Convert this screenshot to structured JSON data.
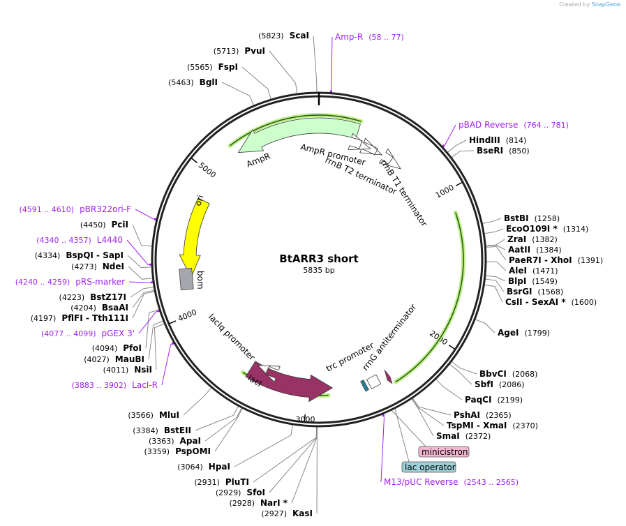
{
  "credit": {
    "prefix": "Created by",
    "brand": "SnapGene"
  },
  "map": {
    "title": "BtARR3 short",
    "length": "5835 bp",
    "total_bp": 5835
  },
  "colors": {
    "primer": "#a020f0",
    "ampr": "#ccffcc",
    "ori": "#ffff00",
    "laci": "#993366",
    "bom": "#a6a6ad",
    "orf": "#b7f07a",
    "minicistron": "#f3b6cf",
    "lac_operator": "#9cd0d8"
  },
  "ticks": [
    "1000",
    "2000",
    "3000",
    "4000",
    "5000"
  ],
  "enzymes": [
    {
      "name": "ScaI",
      "pos": "(5823)"
    },
    {
      "name": "PvuI",
      "pos": "(5713)"
    },
    {
      "name": "FspI",
      "pos": "(5565)"
    },
    {
      "name": "BglI",
      "pos": "(5463)"
    },
    {
      "name": "PciI",
      "pos": "(4450)"
    },
    {
      "name": "BspQI  - SapI",
      "pos": "(4334)"
    },
    {
      "name": "NdeI",
      "pos": "(4273)"
    },
    {
      "name": "BstZ17I",
      "pos": "(4223)"
    },
    {
      "name": "BsaAI",
      "pos": "(4204)"
    },
    {
      "name": "PflFI  - Tth111I",
      "pos": "(4197)"
    },
    {
      "name": "PfoI",
      "pos": "(4094)"
    },
    {
      "name": "MauBI",
      "pos": "(4027)"
    },
    {
      "name": "NsiI",
      "pos": "(4011)"
    },
    {
      "name": "MluI",
      "pos": "(3566)"
    },
    {
      "name": "BstEII",
      "pos": "(3384)"
    },
    {
      "name": "ApaI",
      "pos": "(3363)"
    },
    {
      "name": "PspOMI",
      "pos": "(3359)"
    },
    {
      "name": "HpaI",
      "pos": "(3064)"
    },
    {
      "name": "PluTI",
      "pos": "(2931)"
    },
    {
      "name": "SfoI",
      "pos": "(2929)"
    },
    {
      "name": "NarI *",
      "pos": "(2928)"
    },
    {
      "name": "KasI",
      "pos": "(2927)"
    },
    {
      "name": "HindIII",
      "pos": "(814)"
    },
    {
      "name": "BseRI",
      "pos": "(850)"
    },
    {
      "name": "BstBI",
      "pos": "(1258)"
    },
    {
      "name": "EcoO109I *",
      "pos": "(1314)"
    },
    {
      "name": "ZraI",
      "pos": "(1382)"
    },
    {
      "name": "AatII",
      "pos": "(1384)"
    },
    {
      "name": "PaeR7I  - XhoI",
      "pos": "(1391)"
    },
    {
      "name": "AleI",
      "pos": "(1471)"
    },
    {
      "name": "BlpI",
      "pos": "(1549)"
    },
    {
      "name": "BsrGI",
      "pos": "(1568)"
    },
    {
      "name": "CslI  - SexAI *",
      "pos": "(1600)"
    },
    {
      "name": "AgeI",
      "pos": "(1799)"
    },
    {
      "name": "BbvCI",
      "pos": "(2068)"
    },
    {
      "name": "SbfI",
      "pos": "(2086)"
    },
    {
      "name": "PaqCI",
      "pos": "(2199)"
    },
    {
      "name": "PshAI",
      "pos": "(2365)"
    },
    {
      "name": "TspMI  - XmaI",
      "pos": "(2370)"
    },
    {
      "name": "SmaI",
      "pos": "(2372)"
    }
  ],
  "primers": [
    {
      "name": "Amp-R",
      "range": "(58 .. 77)"
    },
    {
      "name": "pBAD Reverse",
      "range": "(764 .. 781)"
    },
    {
      "name": "pBR322ori-F",
      "range": "(4591 .. 4610)"
    },
    {
      "name": "L4440",
      "range": "(4340 .. 4357)"
    },
    {
      "name": "pRS-marker",
      "range": "(4240 .. 4259)"
    },
    {
      "name": "pGEX 3'",
      "range": "(4077 .. 4099)"
    },
    {
      "name": "LacI-R",
      "range": "(3883 .. 3902)"
    },
    {
      "name": "M13/pUC Reverse",
      "range": "(2543 .. 2565)"
    }
  ],
  "features": [
    "AmpR",
    "AmpR promoter",
    "rrnB T2 terminator",
    "rrnB T1 terminator",
    "ori",
    "bom",
    "lacIq promoter",
    "lacI",
    "trc promoter",
    "rrnG antiterminator"
  ],
  "boxed_features": [
    "minicistron",
    "lac operator"
  ]
}
